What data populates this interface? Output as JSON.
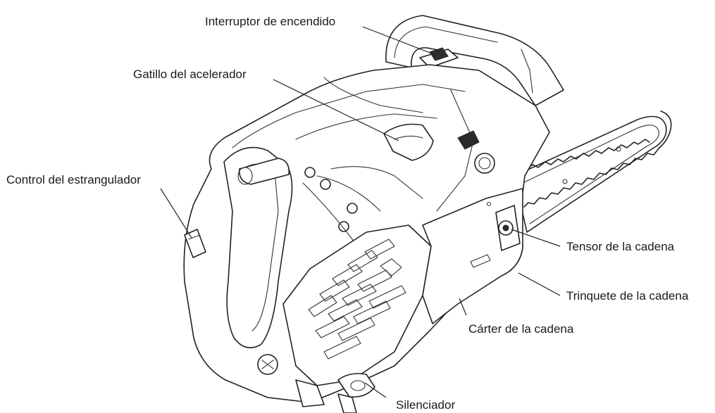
{
  "labels": {
    "power_switch": "Interruptor de encendido",
    "throttle_trigger": "Gatillo del acelerador",
    "choke_control": "Control del estrangulador",
    "chain_tensioner": "Tensor de la cadena",
    "chain_catcher": "Trinquete de la cadena",
    "chain_cover": "Cárter de la cadena",
    "muffler": "Silenciador"
  },
  "colors": {
    "line": "#222222",
    "background": "#ffffff"
  }
}
